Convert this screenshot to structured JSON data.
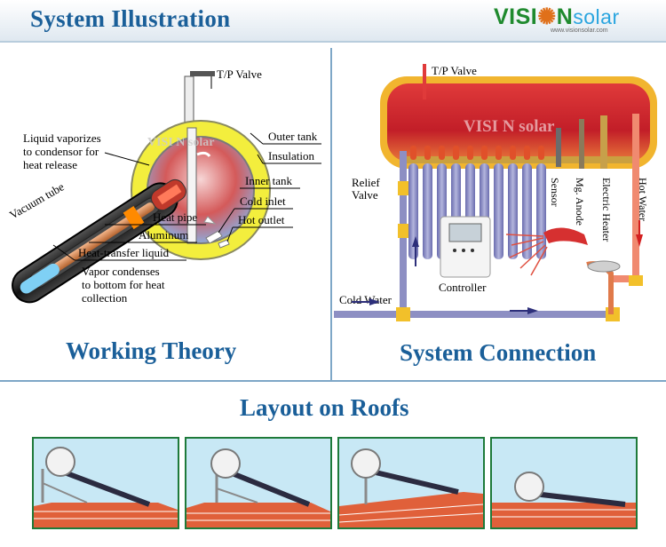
{
  "header": {
    "title": "System Illustration"
  },
  "logo": {
    "brand_left": "VISI",
    "brand_right": "N",
    "brand_solar": "solar",
    "url": "www.visionsolar.com"
  },
  "working_theory": {
    "caption": "Working Theory",
    "labels": {
      "tp_valve": "T/P Valve",
      "liquid_vapor_1": "Liquid vaporizes",
      "liquid_vapor_2": "to condensor for",
      "liquid_vapor_3": "heat release",
      "outer_tank": "Outer tank",
      "insulation": "Insulation",
      "inner_tank": "Inner tank",
      "cold_inlet": "Cold inlet",
      "hot_outlet": "Hot outlet",
      "vacuum_tube": "Vacuum tube",
      "heat_pipe": "Heat pipe",
      "aluminum": "Aluminum",
      "heat_transfer_liquid": "Heat-transfer liquid",
      "vapor_cond_1": "Vapor condenses",
      "vapor_cond_2": "to bottom for heat",
      "vapor_cond_3": "collection",
      "tank_logo": "VISI N solar"
    }
  },
  "system_connection": {
    "caption": "System Connection",
    "labels": {
      "tp_valve": "T/P Valve",
      "relief_1": "Relief",
      "relief_2": "Valve",
      "sensor": "Sensor",
      "mg_anode": "Mg. Anode",
      "electric_heater": "Electric Heater",
      "hot_water": "Hot Water",
      "controller": "Controller",
      "cold_water": "Cold Water",
      "tank_logo": "VISI N solar"
    }
  },
  "layout": {
    "title": "Layout on Roofs",
    "variants": [
      "roof-layout-1",
      "roof-layout-2",
      "roof-layout-3",
      "roof-layout-4"
    ]
  },
  "colors": {
    "title_blue": "#1a5f99",
    "tank_red": "#c8202a",
    "insulation_yellow": "#f5ee3a",
    "pipe_orange": "#e8b03a",
    "tube_purple": "#8d8fc3",
    "roof_tile": "#e0603a",
    "sky": "#bfe4f3"
  }
}
